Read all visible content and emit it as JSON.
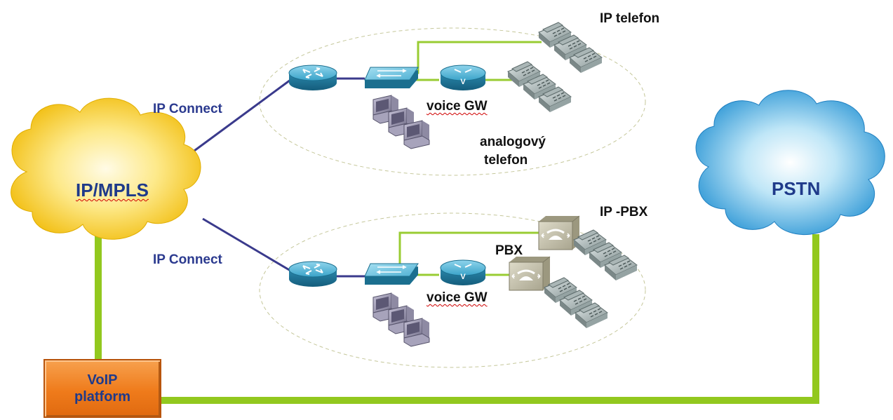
{
  "clouds": {
    "ipmpls": {
      "label": "IP/MPLS",
      "color": "#f5c400"
    },
    "pstn": {
      "label": "PSTN",
      "color": "#2ea0dc"
    }
  },
  "links": {
    "top": "IP Connect",
    "bottom": "IP Connect"
  },
  "site_top": {
    "ip_phone_label": "IP telefon",
    "gateway_label": "voice GW",
    "analog_label_line1": "analogový",
    "analog_label_line2": "telefon"
  },
  "site_bottom": {
    "ippbx_label": "IP -PBX",
    "pbx_label": "PBX",
    "gateway_label": "voice GW"
  },
  "voip": {
    "line1": "VoIP",
    "line2": "platform"
  },
  "colors": {
    "trunk_green": "#92c81e",
    "lan_green": "#99cc33",
    "wan_line": "#3a3a8c",
    "router": "#2a8fb3",
    "pbx_box": "#c9c5b0"
  }
}
